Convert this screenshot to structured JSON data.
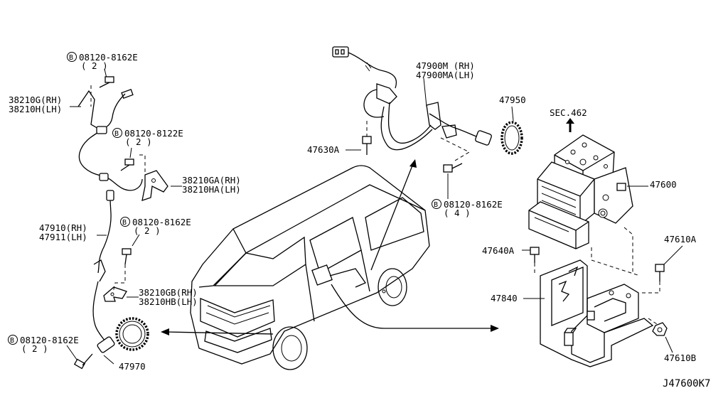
{
  "diagram": {
    "code": "J47600K7",
    "sec_ref": "SEC.462",
    "callouts": {
      "bolt_top_left": {
        "prefix": "B",
        "part": "08120-8162E",
        "qty": "( 2 )"
      },
      "sensor_front_rh": "38210G(RH)",
      "sensor_front_lh": "38210H(LH)",
      "bolt_mid_left": {
        "prefix": "B",
        "part": "08120-8122E",
        "qty": "( 2 )"
      },
      "bracket_ga_rh": "38210GA(RH)",
      "bracket_ha_lh": "38210HA(LH)",
      "sensor_rear_rh": "47910(RH)",
      "sensor_rear_lh": "47911(LH)",
      "bolt_lower_left": {
        "prefix": "B",
        "part": "08120-8162E",
        "qty": "( 2 )"
      },
      "bracket_gb_rh": "38210GB(RH)",
      "bracket_hb_lh": "38210HB(LH)",
      "bolt_bottom_left": {
        "prefix": "B",
        "part": "08120-8162E",
        "qty": "( 2 )"
      },
      "rotor_front": "47970",
      "harness_rh": "47900M (RH)",
      "harness_lh": "47900MA(LH)",
      "rotor_rear": "47950",
      "clip": "47630A",
      "bolt_center": {
        "prefix": "B",
        "part": "08120-8162E",
        "qty": "( 4 )"
      },
      "actuator": "47600",
      "bolt_bracket": "47640A",
      "nut_right": "47610A",
      "bracket": "47840",
      "nut_lower": "47610B"
    }
  }
}
